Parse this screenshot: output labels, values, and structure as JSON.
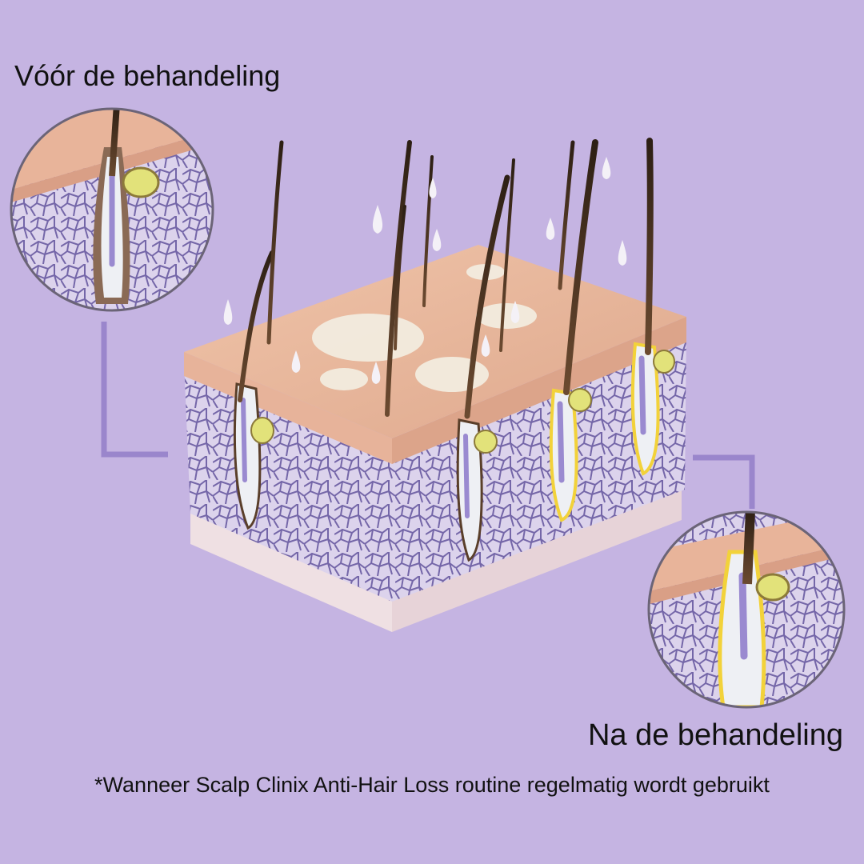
{
  "labels": {
    "before": "Vóór de behandeling",
    "after": "Na de behandeling",
    "footnote": "*Wanneer Scalp Clinix Anti-Hair Loss routine regelmatig wordt gebruikt"
  },
  "colors": {
    "background": "#c5b4e2",
    "skin": "#e9b69c",
    "tissue": "#d8cfe8",
    "cell_lines": "#7466a8",
    "hair": "#5a3f2a",
    "follicle_glow": "#f2d23a",
    "sebum": "#e2e27a",
    "connector": "#9a86cc"
  }
}
